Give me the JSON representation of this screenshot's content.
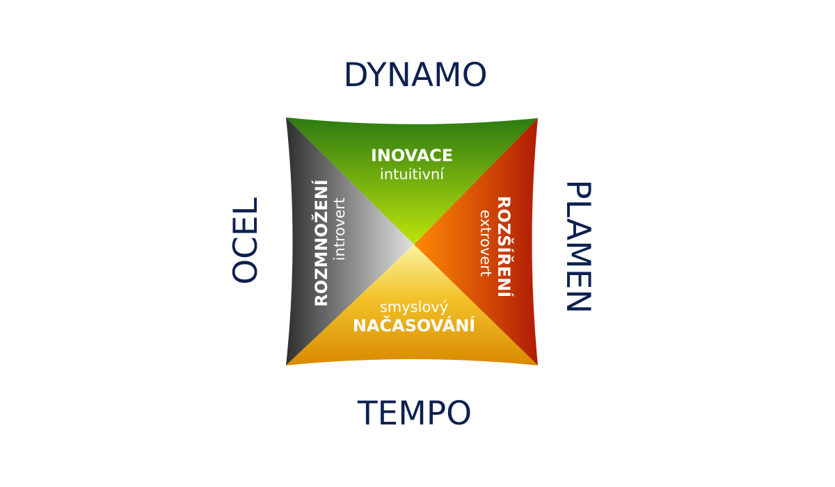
{
  "outer_labels": {
    "top": "DYNAMO",
    "left": "OCEL",
    "right": "PLAMEN",
    "bottom": "TEMPO"
  },
  "quadrants": {
    "top": {
      "title": "INOVACE",
      "subtitle": "intuitivní"
    },
    "left": {
      "title": "ROZMNOŽENÍ",
      "subtitle": "introvert"
    },
    "right": {
      "title": "ROZŠÍŘENÍ",
      "subtitle": "extrovert"
    },
    "bottom": {
      "title": "NAČASOVÁNÍ",
      "subtitle": "smyslový"
    }
  },
  "colors": {
    "navy": "#0d2150",
    "green": "#2e7d12",
    "lime": "#b8e00a",
    "orange": "#f07a08",
    "red": "#b81e05",
    "gray": "#d8d8d8",
    "dark": "#333333",
    "yellow": "#f8e870",
    "amber": "#d88a00"
  }
}
